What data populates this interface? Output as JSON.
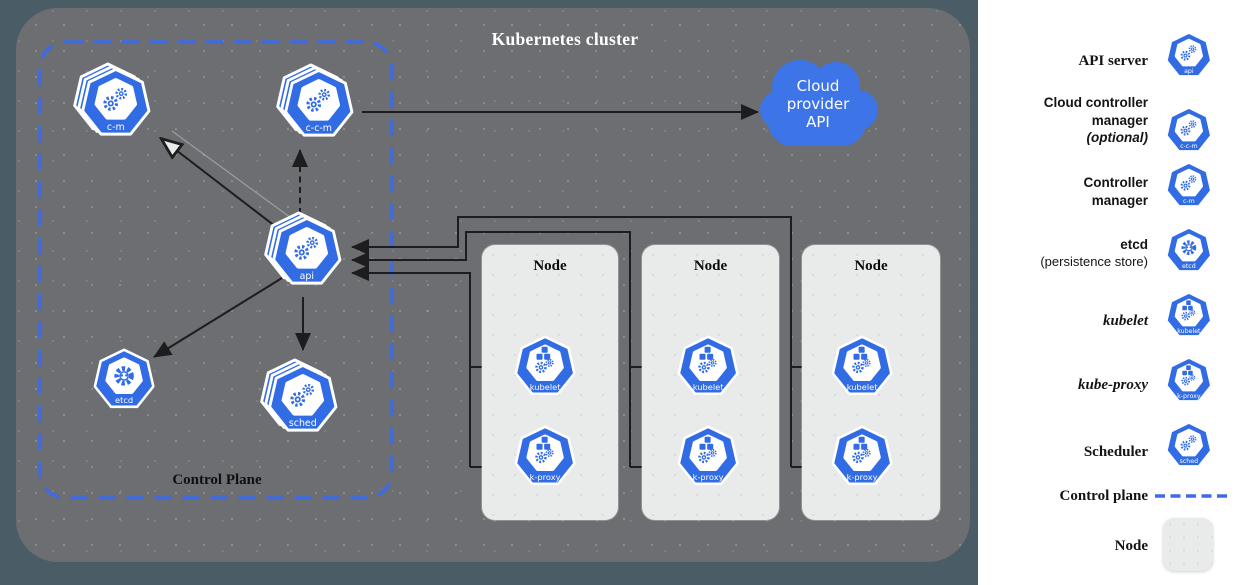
{
  "title": "Kubernetes cluster",
  "control_plane_label": "Control Plane",
  "node_label": "Node",
  "cloud": {
    "label_line1": "Cloud",
    "label_line2": "provider",
    "label_line3": "API"
  },
  "icons": {
    "api": {
      "label": "api",
      "glyph": "gears"
    },
    "ccm": {
      "label": "c-c-m",
      "glyph": "gears"
    },
    "cm": {
      "label": "c-m",
      "glyph": "gears"
    },
    "etcd": {
      "label": "etcd",
      "glyph": "ring"
    },
    "kubelet": {
      "label": "kubelet",
      "glyph": "cubes"
    },
    "kproxy": {
      "label": "k-proxy",
      "glyph": "cubes"
    },
    "sched": {
      "label": "sched",
      "glyph": "gears"
    }
  },
  "legend": {
    "items": [
      {
        "label": "API server"
      },
      {
        "label": "Cloud controller",
        "label2": "manager",
        "note": "(optional)"
      },
      {
        "label": "Controller",
        "label2": "manager"
      },
      {
        "label": "etcd",
        "note": "(persistence store)"
      },
      {
        "label": "kubelet"
      },
      {
        "label": "kube-proxy"
      },
      {
        "label": "Scheduler"
      },
      {
        "label": "Control plane"
      },
      {
        "label": "Node"
      }
    ]
  },
  "colors": {
    "kubernetes_blue": "#326CE5",
    "cloud_blue": "#3D74E7",
    "control_plane_blue": "#3E6BE4",
    "cluster_gray": "#6C6E71",
    "outer_slate": "#4A5D66",
    "node_gray": "#E9EAEA",
    "line_color": "#1D1D1F"
  }
}
